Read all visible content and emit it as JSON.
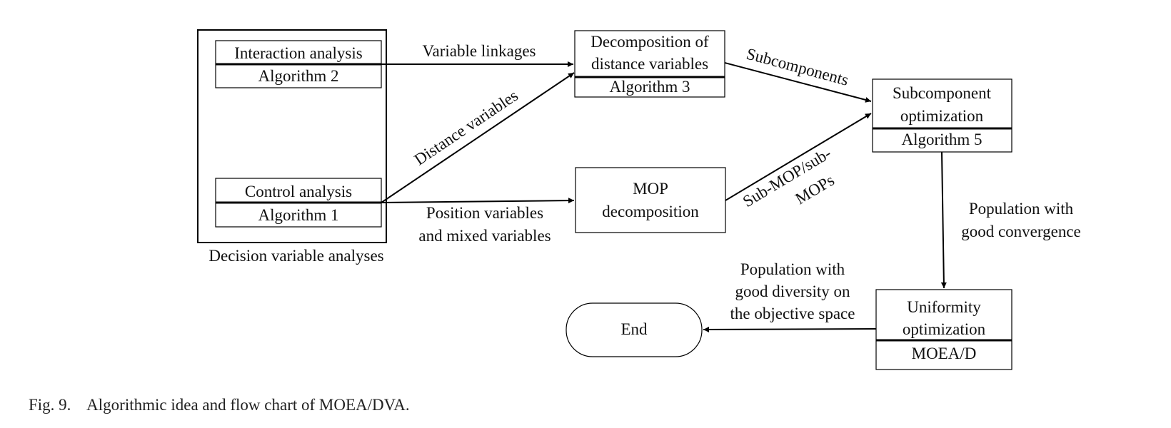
{
  "group": {
    "caption": "Decision variable analyses"
  },
  "nodes": {
    "interaction": {
      "title": "Interaction analysis",
      "algorithm": "Algorithm 2"
    },
    "control": {
      "title": "Control analysis",
      "algorithm": "Algorithm 1"
    },
    "decomposition": {
      "title_line1": "Decomposition of",
      "title_line2": "distance variables",
      "algorithm": "Algorithm 3"
    },
    "mop": {
      "line1": "MOP",
      "line2": "decomposition"
    },
    "subcomponent": {
      "title_line1": "Subcomponent",
      "title_line2": "optimization",
      "algorithm": "Algorithm 5"
    },
    "uniformity": {
      "title_line1": "Uniformity",
      "title_line2": "optimization",
      "algorithm": "MOEA/D"
    },
    "end": {
      "label": "End"
    }
  },
  "edges": {
    "variable_linkages": "Variable linkages",
    "distance_variables": "Distance variables",
    "position_line1": "Position variables",
    "position_line2": "and mixed variables",
    "subcomponents": "Subcomponents",
    "submop_line1": "Sub-MOP/sub-",
    "submop_line2": "MOPs",
    "convergence_line1": "Population with",
    "convergence_line2": "good convergence",
    "diversity_line1": "Population with",
    "diversity_line2": "good diversity on",
    "diversity_line3": "the objective space"
  },
  "caption": {
    "label": "Fig. 9.",
    "text": "Algorithmic idea and flow chart of MOEA/DVA."
  }
}
